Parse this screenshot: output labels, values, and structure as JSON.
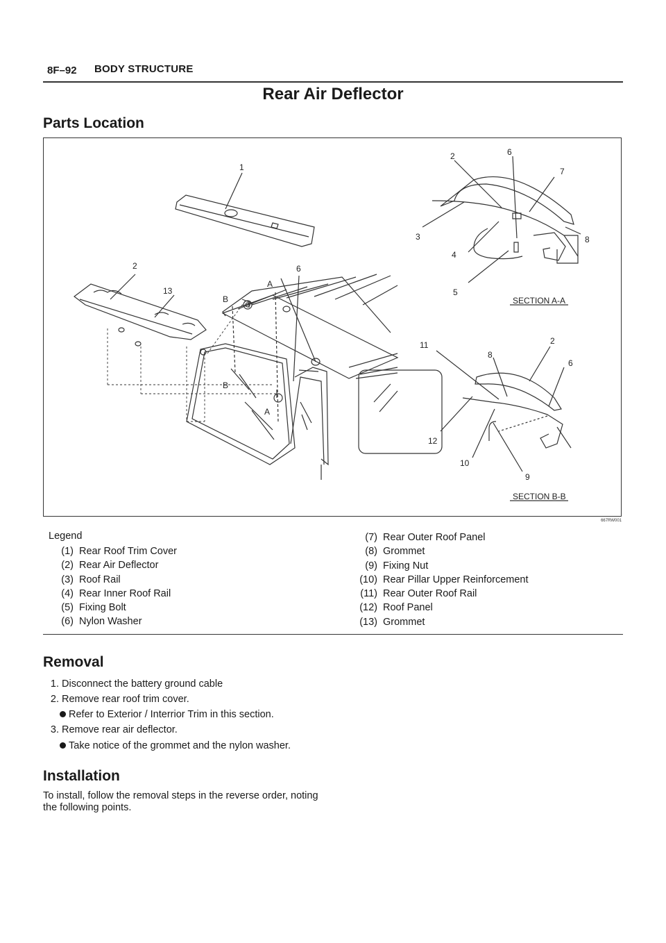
{
  "header": {
    "page_number": "8F–92",
    "section": "BODY STRUCTURE"
  },
  "title": "Rear Air Deflector",
  "parts_location": {
    "heading": "Parts Location",
    "figure_code": "667RW001",
    "figure_labels": {
      "section_aa": "SECTION A-A",
      "section_bb": "SECTION B-B",
      "cut_a": "A",
      "cut_b": "B"
    }
  },
  "legend": {
    "heading": "Legend",
    "items": [
      {
        "num": "(1)",
        "label": "Rear Roof Trim Cover"
      },
      {
        "num": "(2)",
        "label": "Rear Air Deflector"
      },
      {
        "num": "(3)",
        "label": "Roof Rail"
      },
      {
        "num": "(4)",
        "label": "Rear Inner Roof Rail"
      },
      {
        "num": "(5)",
        "label": "Fixing Bolt"
      },
      {
        "num": "(6)",
        "label": "Nylon Washer"
      },
      {
        "num": "(7)",
        "label": "Rear Outer Roof Panel"
      },
      {
        "num": "(8)",
        "label": "Grommet"
      },
      {
        "num": "(9)",
        "label": "Fixing Nut"
      },
      {
        "num": "(10)",
        "label": "Rear Pillar Upper Reinforcement"
      },
      {
        "num": "(11)",
        "label": "Rear Outer Roof Rail"
      },
      {
        "num": "(12)",
        "label": "Roof Panel"
      },
      {
        "num": "(13)",
        "label": "Grommet"
      }
    ]
  },
  "removal": {
    "heading": "Removal",
    "steps": [
      {
        "num": "1.",
        "text": "Disconnect the battery ground cable"
      },
      {
        "num": "2.",
        "text": "Remove rear roof trim cover.",
        "note": "Refer to Exterior / Interrior Trim in this section."
      },
      {
        "num": "3.",
        "text": "Remove rear air deflector.",
        "note": "Take notice of the grommet and the nylon washer."
      }
    ]
  },
  "installation": {
    "heading": "Installation",
    "text": "To install, follow the removal steps in the reverse order, noting the following points."
  }
}
